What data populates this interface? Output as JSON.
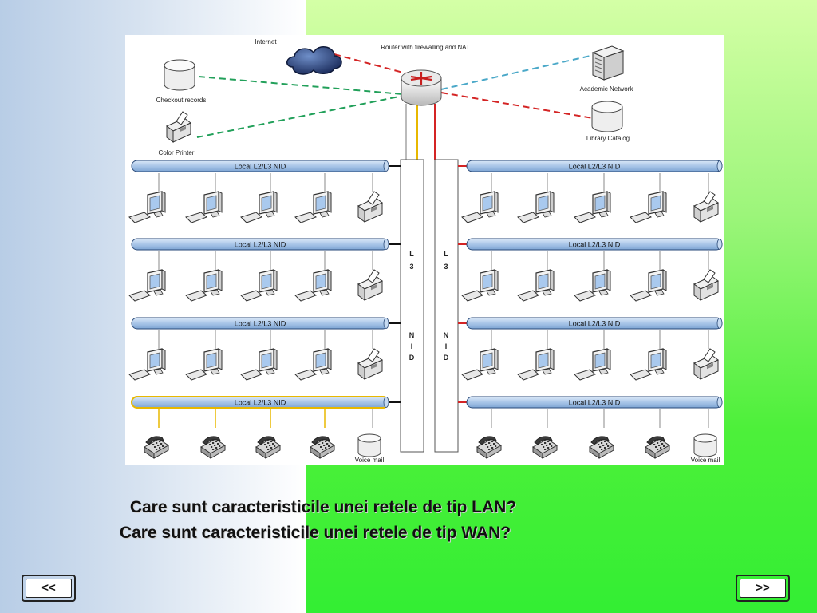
{
  "diagram": {
    "labels": {
      "internet": "Internet",
      "router": "Router with firewalling and NAT",
      "checkout": "Checkout records",
      "printer": "Color Printer",
      "academic": "Academic Network",
      "library": "Library Catalog",
      "nid": "Local L2/L3 NID",
      "voicemail": "Voice mail",
      "l3nid_letters": [
        "L",
        "3",
        "N",
        "I",
        "D"
      ]
    },
    "colors": {
      "wan_red": "#d42424",
      "lan_green": "#22a05a",
      "academic_blue": "#4aa8c8",
      "voice_yellow": "#e8b800",
      "nid_bar": "#a9c6e8"
    },
    "icons": [
      "cloud-icon",
      "router-icon",
      "database-icon",
      "printer-icon",
      "server-icon",
      "computer-icon",
      "phone-icon"
    ]
  },
  "questions": {
    "q1": "Care sunt caracteristicile unei retele de tip LAN?",
    "q2": "Care sunt caracteristicile unei retele de tip WAN?"
  },
  "nav": {
    "prev": "<<",
    "next": ">>"
  }
}
